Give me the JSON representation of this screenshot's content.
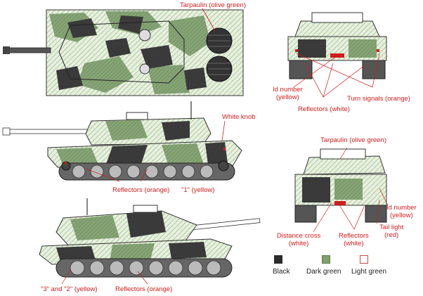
{
  "labels": {
    "top_tarpaulin": "Tarpaulin (olive green)",
    "white_knob": "White knob",
    "reflectors_orange_mid": "Reflectors (orange)",
    "one_yellow": "\"1\" (yellow)",
    "three_two_yellow": "\"3\" and \"2\" (yellow)",
    "reflectors_orange_bottom": "Reflectors (orange)",
    "rear_id_number": "Id number\n(yellow)",
    "rear_reflectors": "Reflectors (white)",
    "rear_turn_signals": "Turn signals (orange)",
    "front_tarpaulin": "Tarpaulin (olive green)",
    "front_id_number": "Id number\n(yellow)",
    "front_tail_light": "Tail light\n(red)",
    "front_distance_cross": "Distance cross\n(white)",
    "front_reflectors": "Reflectors\n(white)"
  },
  "legend": [
    {
      "label": "Black",
      "color": "#2b2b2b",
      "border": "#2b2b2b"
    },
    {
      "label": "Dark green",
      "color": "#7fa06b",
      "border": "#5c7d4a"
    },
    {
      "label": "Light green",
      "color": "#ffffff",
      "border": "#c84a4a"
    }
  ],
  "colors": {
    "annotation": "#d01c1c",
    "camo_black": "#3a3a3a",
    "camo_dark_green": "#86a476",
    "camo_light_green": "#dfe9d6",
    "outline": "#333333"
  }
}
